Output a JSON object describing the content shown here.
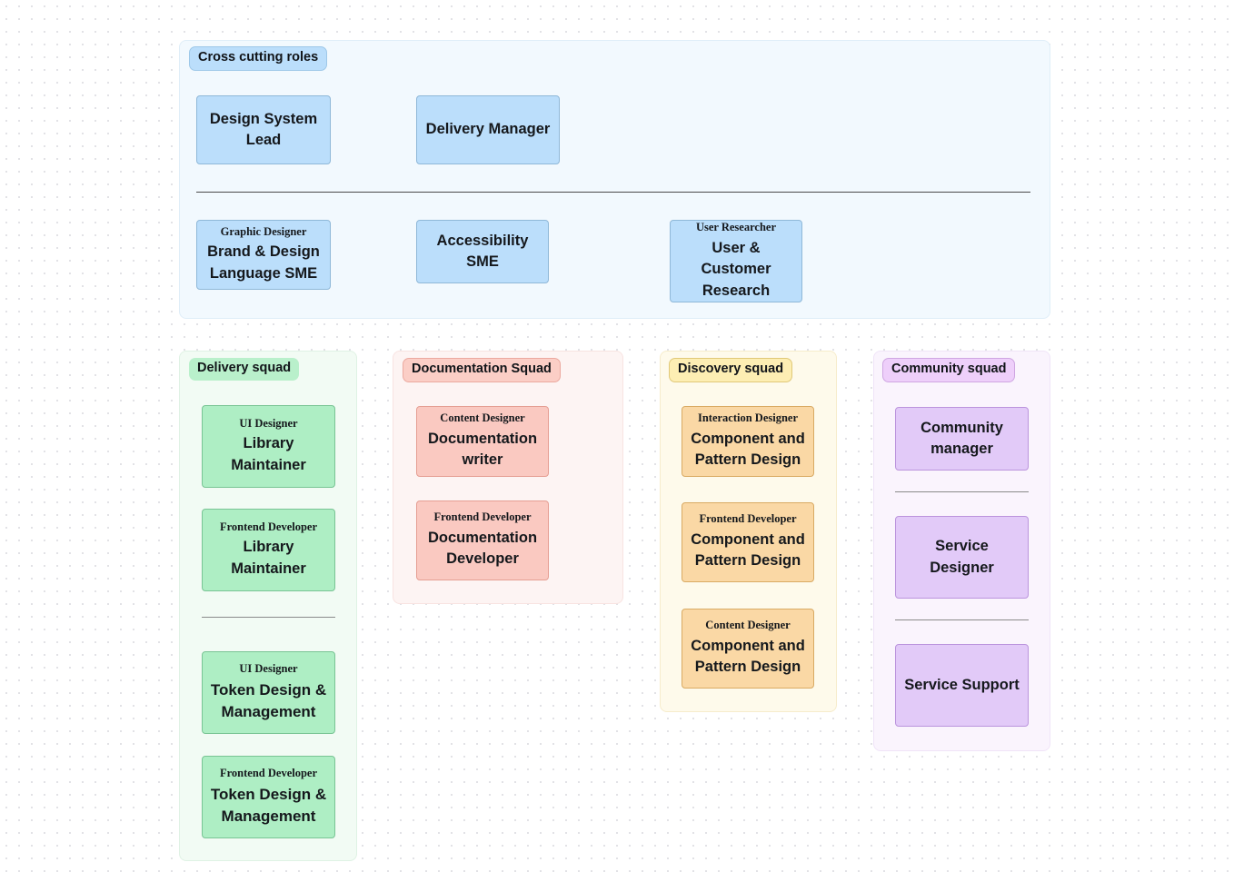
{
  "sections": {
    "cross_cutting": {
      "badge": "Cross cutting roles",
      "accent": "#bbdefb",
      "cards_top": [
        {
          "role": "",
          "title": "Design System Lead"
        },
        {
          "role": "",
          "title": "Delivery Manager"
        }
      ],
      "cards_bottom": [
        {
          "role": "Graphic Designer",
          "title": "Brand & Design Language SME"
        },
        {
          "role": "",
          "title": "Accessibility SME"
        },
        {
          "role": "User Researcher",
          "title": "User & Customer Research"
        }
      ]
    },
    "delivery_squad": {
      "badge": "Delivery squad",
      "accent": "#aeeec4",
      "cards": [
        {
          "role": "UI Designer",
          "title": "Library Maintainer"
        },
        {
          "role": "Frontend Developer",
          "title": "Library Maintainer"
        },
        {
          "role": "UI Designer",
          "title": "Token Design & Management"
        },
        {
          "role": "Frontend Developer",
          "title": "Token Design & Management"
        }
      ]
    },
    "documentation_squad": {
      "badge": "Documentation Squad",
      "accent": "#fac9c1",
      "cards": [
        {
          "role": "Content Designer",
          "title": "Documentation writer"
        },
        {
          "role": "Frontend Developer",
          "title": "Documentation Developer"
        }
      ]
    },
    "discovery_squad": {
      "badge": "Discovery squad",
      "accent": "#fad8a5",
      "cards": [
        {
          "role": "Interaction Designer",
          "title": "Component and Pattern Design"
        },
        {
          "role": "Frontend Developer",
          "title": "Component and Pattern Design"
        },
        {
          "role": "Content Designer",
          "title": "Component and Pattern Design"
        }
      ]
    },
    "community_squad": {
      "badge": "Community squad",
      "accent": "#e2caf8",
      "cards": [
        {
          "role": "",
          "title": "Community manager"
        },
        {
          "role": "",
          "title": "Service Designer"
        },
        {
          "role": "",
          "title": "Service Support"
        }
      ]
    }
  }
}
